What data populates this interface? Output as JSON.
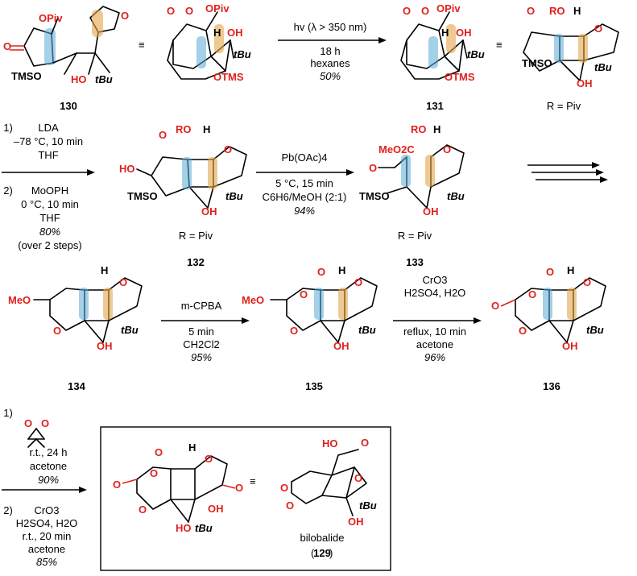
{
  "compounds": {
    "c130": "130",
    "c131": "131",
    "c132": "132",
    "c133": "133",
    "c134": "134",
    "c135": "135",
    "c136": "136",
    "c129": "129",
    "bilobalide": "bilobalide"
  },
  "labels": {
    "opiv": "OPiv",
    "tms_o": "TMSO",
    "ho": "HO",
    "tbu": "tBu",
    "oh": "OH",
    "otms": "OTMS",
    "r_eq_piv": "R = Piv",
    "ro": "RO",
    "h": "H",
    "meo": "MeO",
    "meo2c": "MeO2C",
    "equiv": "≡"
  },
  "steps": {
    "step1": {
      "line1": "hv (λ > 350 nm)",
      "line2": "18 h",
      "line3": "hexanes",
      "yield": "50%"
    },
    "step2": {
      "n1": "1)",
      "line1": "LDA",
      "line2": "–78 °C, 10 min",
      "line3": "THF",
      "n2": "2)",
      "line4": "MoOPH",
      "line5": "0 °C, 10 min",
      "line6": "THF",
      "yield": "80%",
      "note": "(over 2 steps)"
    },
    "step3": {
      "line1": "Pb(OAc)4",
      "line2": "5 °C, 15 min",
      "line3": "C6H6/MeOH (2:1)",
      "yield": "94%"
    },
    "step4": {
      "line1": "m-CPBA",
      "line2": "5 min",
      "line3": "CH2Cl2",
      "yield": "95%"
    },
    "step5": {
      "line1": "CrO3",
      "line2": "H2SO4, H2O",
      "line3": "reflux, 10 min",
      "line4": "acetone",
      "yield": "96%"
    },
    "step6": {
      "n1": "1)",
      "line1": "r.t., 24 h",
      "line2": "acetone",
      "yield1": "90%",
      "n2": "2)",
      "line3": "CrO3",
      "line4": "H2SO4, H2O",
      "line5": "r.t., 20 min",
      "line6": "acetone",
      "yield2": "85%"
    }
  },
  "colors": {
    "oxygen": "#e0201b",
    "highlight_blue": "#5aa9d6",
    "highlight_orange": "#e2a64a"
  }
}
